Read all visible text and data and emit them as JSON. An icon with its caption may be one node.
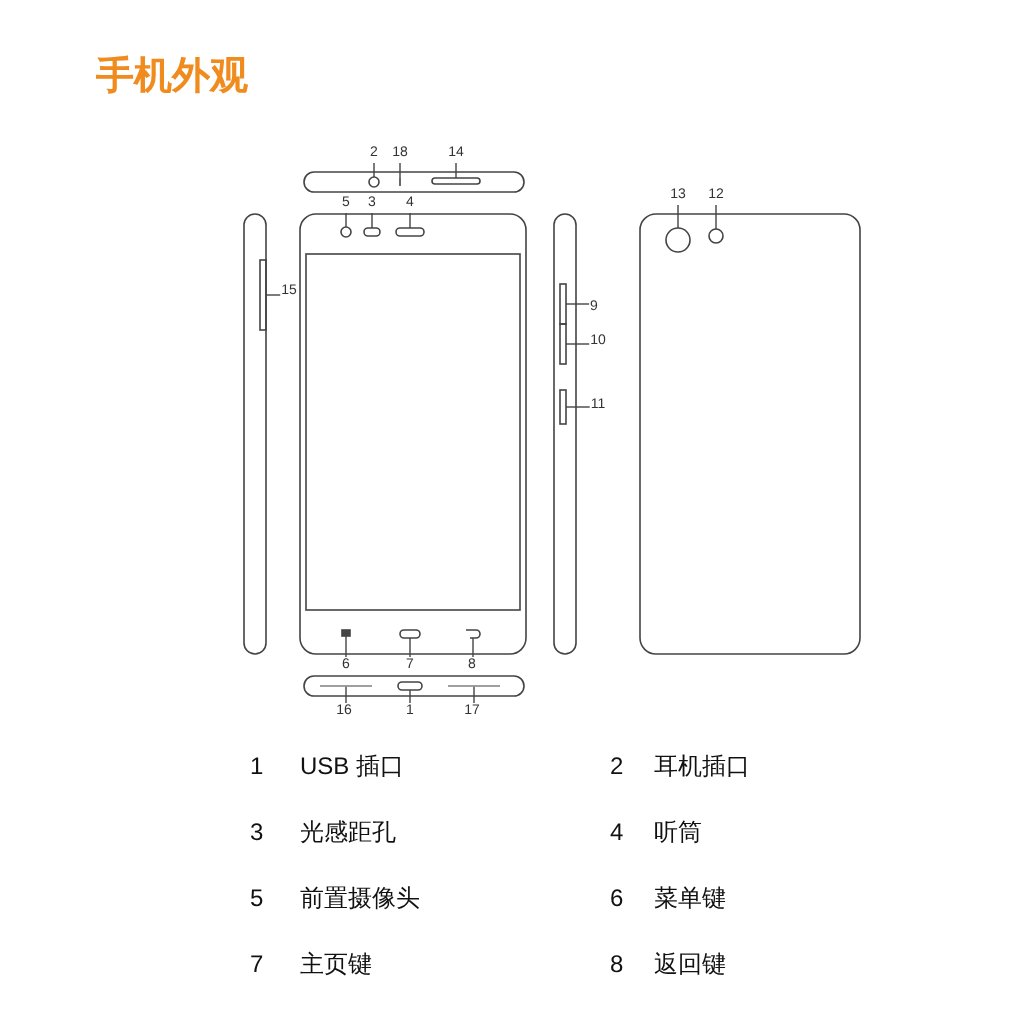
{
  "diagram": {
    "title": "手机外观",
    "nodes": [
      {
        "text": [
          "2"
        ]
      },
      {
        "text": [
          "18"
        ]
      },
      {
        "text": [
          "14"
        ]
      },
      {
        "text": [
          "5"
        ]
      },
      {
        "text": [
          "3"
        ]
      },
      {
        "text": [
          "4"
        ]
      },
      {
        "text": [
          "15"
        ]
      },
      {
        "text": [
          "9"
        ]
      },
      {
        "text": [
          "10"
        ]
      },
      {
        "text": [
          "13"
        ]
      },
      {
        "text": [
          "12"
        ]
      },
      {
        "text": [
          "11"
        ]
      },
      {
        "text": [
          "6"
        ]
      },
      {
        "text": [
          "7"
        ]
      },
      {
        "text": [
          "8"
        ]
      },
      {
        "text": [
          "16"
        ]
      },
      {
        "text": [
          "1"
        ]
      },
      {
        "text": [
          "17"
        ]
      },
      {
        "text": [],
        "shape": "circle"
      },
      {
        "text": [],
        "shape": "bar"
      },
      {
        "text": [],
        "shape": "oval"
      },
      {
        "text": [],
        "shape": "circle"
      },
      {
        "text": [],
        "shape": "oval"
      },
      {
        "text": [],
        "shape": "oval"
      },
      {
        "text": [],
        "shape": "bar"
      },
      {
        "text": [],
        "shape": "bar"
      },
      {
        "text": [],
        "shape": "bar"
      },
      {
        "text": [],
        "shape": "circle"
      },
      {
        "text": [],
        "shape": "circle"
      },
      {
        "text": [],
        "shape": "bar"
      },
      {
        "text": [],
        "shape": "box"
      },
      {
        "text": [],
        "shape": "oval"
      },
      {
        "text": [],
        "shape": "icon"
      },
      {
        "text": [],
        "shape": "dots"
      },
      {
        "text": [],
        "shape": "oval"
      },
      {
        "text": [],
        "shape": "dots"
      }
    ],
    "edges": [
      {
        "from": 0,
        "to": 18,
        "arrow": "none"
      },
      {
        "from": 1,
        "to": 19,
        "arrow": "none"
      },
      {
        "from": 2,
        "to": 20,
        "arrow": "none"
      },
      {
        "from": 3,
        "to": 21,
        "arrow": "none"
      },
      {
        "from": 4,
        "to": 22,
        "arrow": "none"
      },
      {
        "from": 5,
        "to": 23,
        "arrow": "none"
      },
      {
        "from": 6,
        "to": 24,
        "arrow": "none"
      },
      {
        "from": 7,
        "to": 25,
        "arrow": "none"
      },
      {
        "from": 8,
        "to": 26,
        "arrow": "none"
      },
      {
        "from": 9,
        "to": 27,
        "arrow": "none"
      },
      {
        "from": 10,
        "to": 28,
        "arrow": "none"
      },
      {
        "from": 11,
        "to": 29,
        "arrow": "none"
      },
      {
        "from": 12,
        "to": 30,
        "arrow": "none"
      },
      {
        "from": 13,
        "to": 31,
        "arrow": "none"
      },
      {
        "from": 14,
        "to": 32,
        "arrow": "none"
      },
      {
        "from": 15,
        "to": 33,
        "arrow": "none"
      },
      {
        "from": 16,
        "to": 34,
        "arrow": "none"
      },
      {
        "from": 17,
        "to": 35,
        "arrow": "none"
      }
    ],
    "labels": [
      "1",
      "USB 插口",
      "2",
      "耳机插口",
      "3",
      "光感距孔",
      "4",
      "听筒",
      "5",
      "前置摄像头",
      "6",
      "菜单键",
      "7",
      "主页键",
      "8",
      "返回键"
    ]
  }
}
